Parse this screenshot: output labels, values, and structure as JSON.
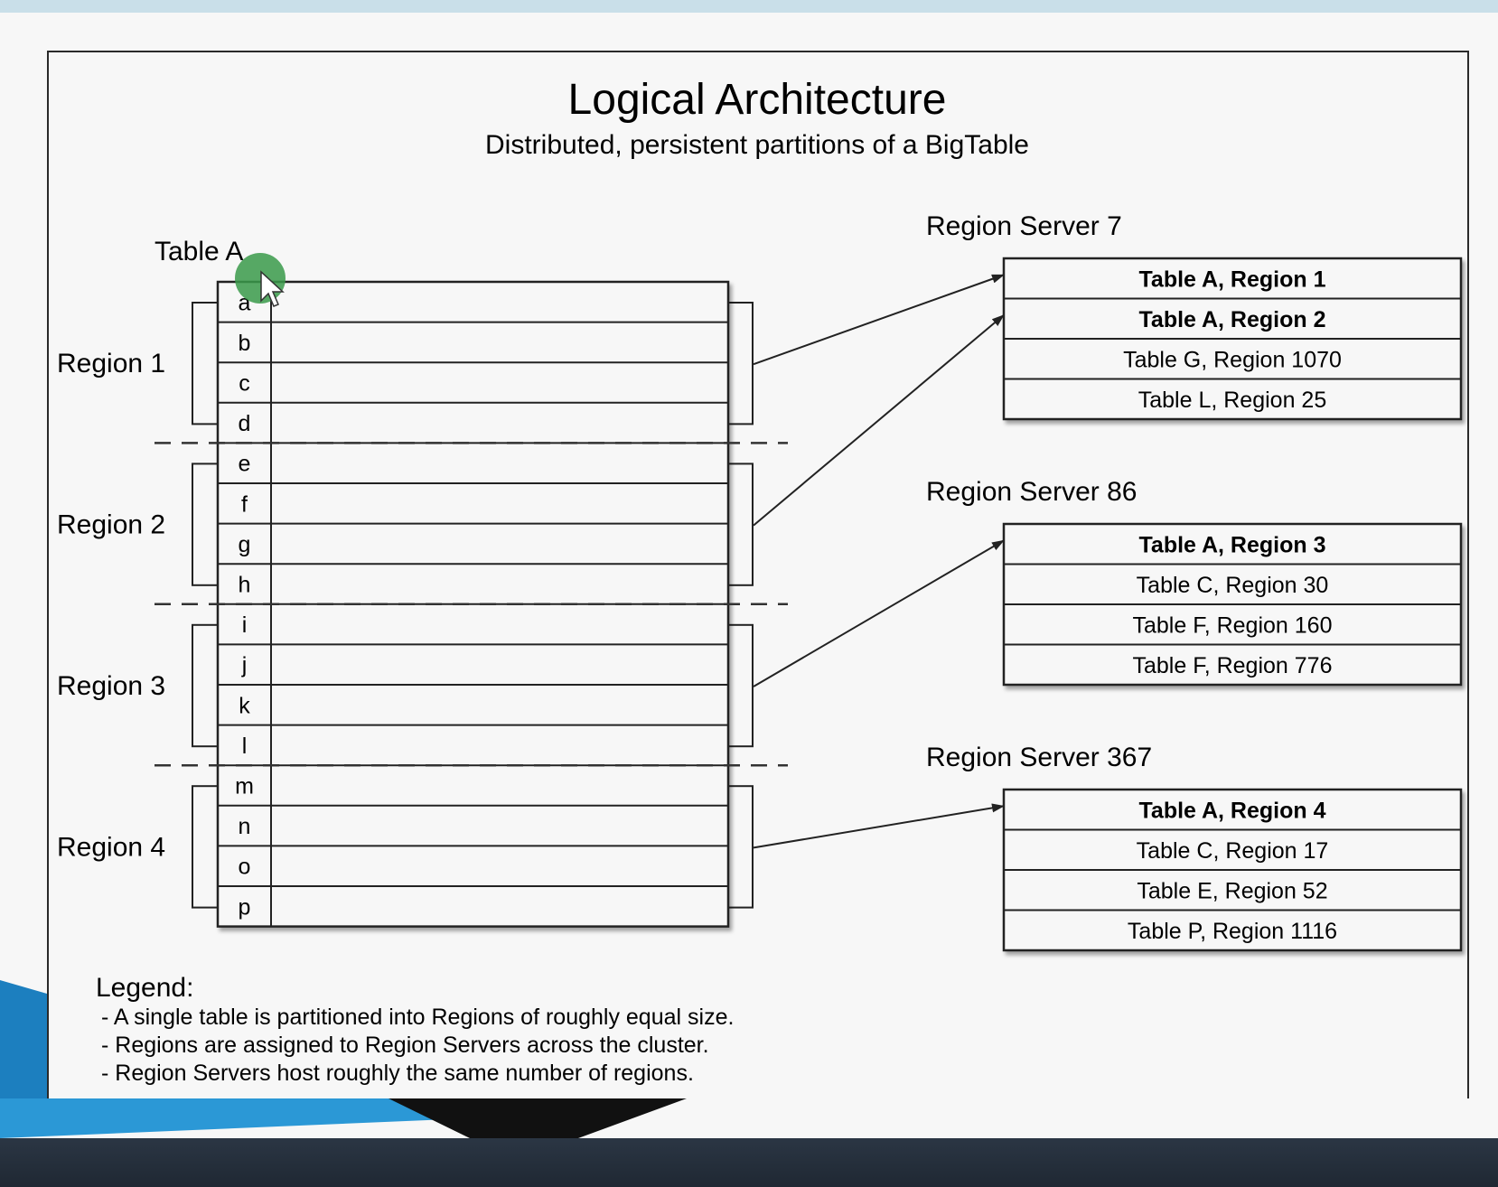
{
  "title": "Logical Architecture",
  "subtitle": "Distributed, persistent partitions of a BigTable",
  "table": {
    "label": "Table A",
    "rows": [
      "a",
      "b",
      "c",
      "d",
      "e",
      "f",
      "g",
      "h",
      "i",
      "j",
      "k",
      "l",
      "m",
      "n",
      "o",
      "p"
    ]
  },
  "regions": [
    {
      "label": "Region 1"
    },
    {
      "label": "Region 2"
    },
    {
      "label": "Region 3"
    },
    {
      "label": "Region 4"
    }
  ],
  "region_servers": [
    {
      "label": "Region Server 7",
      "entries": [
        {
          "text": "Table A, Region 1",
          "bold": true
        },
        {
          "text": "Table A, Region 2",
          "bold": true
        },
        {
          "text": "Table G, Region 1070",
          "bold": false
        },
        {
          "text": "Table L, Region 25",
          "bold": false
        }
      ]
    },
    {
      "label": "Region Server 86",
      "entries": [
        {
          "text": "Table A, Region 3",
          "bold": true
        },
        {
          "text": "Table C, Region 30",
          "bold": false
        },
        {
          "text": "Table F, Region 160",
          "bold": false
        },
        {
          "text": "Table F, Region 776",
          "bold": false
        }
      ]
    },
    {
      "label": "Region Server 367",
      "entries": [
        {
          "text": "Table A, Region 4",
          "bold": true
        },
        {
          "text": "Table C, Region 17",
          "bold": false
        },
        {
          "text": "Table E, Region 52",
          "bold": false
        },
        {
          "text": "Table P, Region 1116",
          "bold": false
        }
      ]
    }
  ],
  "legend": {
    "title": "Legend:",
    "items": [
      "- A single table is partitioned into Regions of roughly equal size.",
      "- Regions are assigned to Region Servers across the cluster.",
      "- Region Servers host roughly the same number of regions."
    ]
  },
  "colors": {
    "line": "#222222",
    "dashed": "#333333",
    "slide_accent": "#1a7bb5",
    "bottom_bar": "#252f3b",
    "cursor_highlight": "#3a9a4a"
  },
  "icons": {
    "cursor": "mouse-pointer-icon"
  }
}
